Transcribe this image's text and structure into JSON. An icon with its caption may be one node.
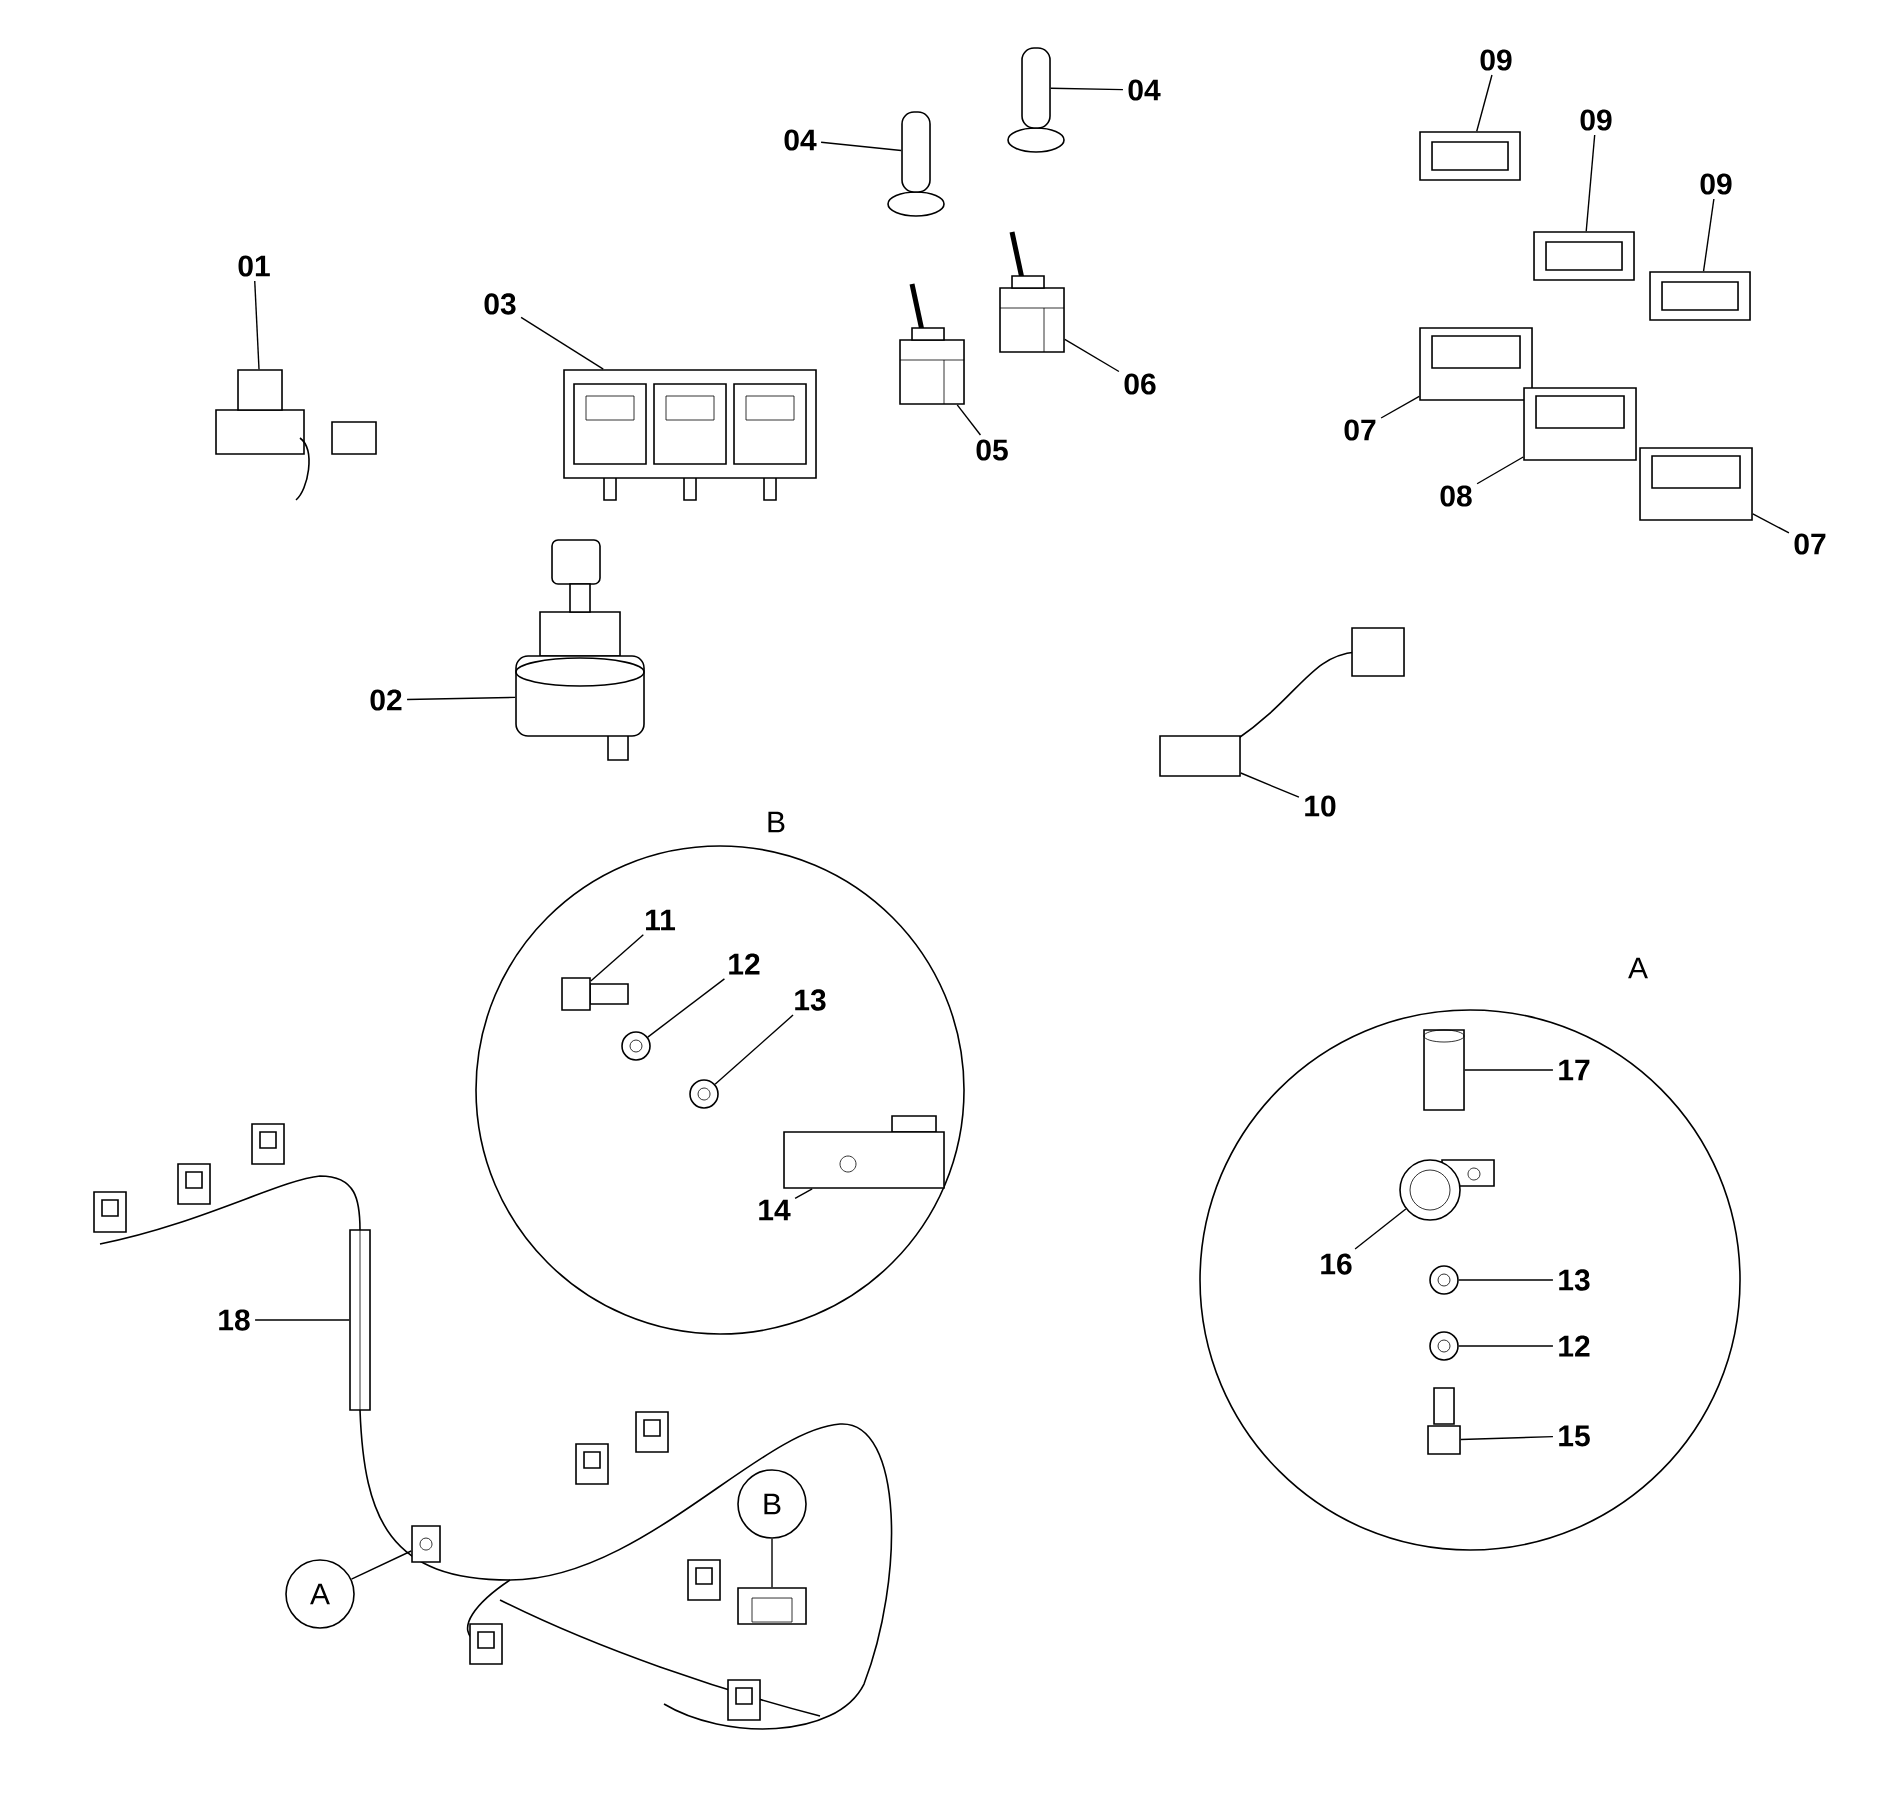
{
  "diagram": {
    "nodes": [
      {
        "text": [
          "01"
        ]
      },
      {
        "text": [],
        "shape": "picture"
      },
      {
        "text": [
          "02"
        ]
      },
      {
        "text": [],
        "shape": "picture"
      },
      {
        "text": [
          "03"
        ]
      },
      {
        "text": [],
        "shape": "picture"
      },
      {
        "text": [
          "04"
        ]
      },
      {
        "text": [],
        "shape": "picture"
      },
      {
        "text": [
          "04"
        ]
      },
      {
        "text": [],
        "shape": "picture"
      },
      {
        "text": [
          "05"
        ]
      },
      {
        "text": [],
        "shape": "picture"
      },
      {
        "text": [
          "06"
        ]
      },
      {
        "text": [],
        "shape": "picture"
      },
      {
        "text": [
          "09"
        ]
      },
      {
        "text": [],
        "shape": "picture"
      },
      {
        "text": [
          "09"
        ]
      },
      {
        "text": [],
        "shape": "picture"
      },
      {
        "text": [
          "09"
        ]
      },
      {
        "text": [],
        "shape": "picture"
      },
      {
        "text": [
          "07"
        ]
      },
      {
        "text": [],
        "shape": "picture"
      },
      {
        "text": [
          "08"
        ]
      },
      {
        "text": [],
        "shape": "picture"
      },
      {
        "text": [
          "07"
        ]
      },
      {
        "text": [],
        "shape": "picture"
      },
      {
        "text": [
          "10"
        ]
      },
      {
        "text": [],
        "shape": "picture"
      },
      {
        "text": [
          "B"
        ]
      },
      {
        "text": [
          "11"
        ],
        "in": 28
      },
      {
        "text": [],
        "shape": "picture",
        "in": 28
      },
      {
        "text": [
          "12"
        ],
        "in": 28
      },
      {
        "text": [],
        "shape": "picture",
        "in": 28
      },
      {
        "text": [
          "13"
        ],
        "in": 28
      },
      {
        "text": [],
        "shape": "picture",
        "in": 28
      },
      {
        "text": [
          "14"
        ],
        "in": 28
      },
      {
        "text": [],
        "shape": "picture",
        "in": 28
      },
      {
        "text": [
          "A"
        ]
      },
      {
        "text": [
          "17"
        ],
        "in": 37
      },
      {
        "text": [],
        "shape": "picture",
        "in": 37
      },
      {
        "text": [
          "16"
        ],
        "in": 37
      },
      {
        "text": [],
        "shape": "picture",
        "in": 37
      },
      {
        "text": [
          "13"
        ],
        "in": 37
      },
      {
        "text": [],
        "shape": "picture",
        "in": 37
      },
      {
        "text": [
          "12"
        ],
        "in": 37
      },
      {
        "text": [],
        "shape": "picture",
        "in": 37
      },
      {
        "text": [
          "15"
        ],
        "in": 37
      },
      {
        "text": [],
        "shape": "picture",
        "in": 37
      },
      {
        "text": [
          "18"
        ]
      },
      {
        "text": [],
        "shape": "picture"
      },
      {
        "text": [
          "A"
        ]
      },
      {
        "text": [],
        "shape": "picture"
      },
      {
        "text": [
          "B"
        ]
      },
      {
        "text": [],
        "shape": "picture"
      }
    ],
    "edges": [
      {
        "from": 0,
        "to": 1,
        "arrow": "none"
      },
      {
        "from": 2,
        "to": 3,
        "arrow": "none"
      },
      {
        "from": 4,
        "to": 5,
        "arrow": "none"
      },
      {
        "from": 6,
        "to": 7,
        "arrow": "none"
      },
      {
        "from": 8,
        "to": 9,
        "arrow": "none"
      },
      {
        "from": 10,
        "to": 11,
        "arrow": "none"
      },
      {
        "from": 12,
        "to": 13,
        "arrow": "none"
      },
      {
        "from": 14,
        "to": 15,
        "arrow": "none"
      },
      {
        "from": 16,
        "to": 17,
        "arrow": "none"
      },
      {
        "from": 18,
        "to": 19,
        "arrow": "none"
      },
      {
        "from": 20,
        "to": 21,
        "arrow": "none"
      },
      {
        "from": 22,
        "to": 23,
        "arrow": "none"
      },
      {
        "from": 24,
        "to": 25,
        "arrow": "none"
      },
      {
        "from": 26,
        "to": 27,
        "arrow": "none"
      },
      {
        "from": 29,
        "to": 30,
        "arrow": "none"
      },
      {
        "from": 31,
        "to": 32,
        "arrow": "none"
      },
      {
        "from": 33,
        "to": 34,
        "arrow": "none"
      },
      {
        "from": 35,
        "to": 36,
        "arrow": "none"
      },
      {
        "from": 38,
        "to": 39,
        "arrow": "none"
      },
      {
        "from": 40,
        "to": 41,
        "arrow": "none"
      },
      {
        "from": 42,
        "to": 43,
        "arrow": "none"
      },
      {
        "from": 44,
        "to": 45,
        "arrow": "none"
      },
      {
        "from": 46,
        "to": 47,
        "arrow": "none"
      },
      {
        "from": 48,
        "to": 49,
        "arrow": "none"
      },
      {
        "from": 50,
        "to": 51,
        "arrow": "none"
      },
      {
        "from": 52,
        "to": 53,
        "arrow": "none"
      }
    ]
  }
}
